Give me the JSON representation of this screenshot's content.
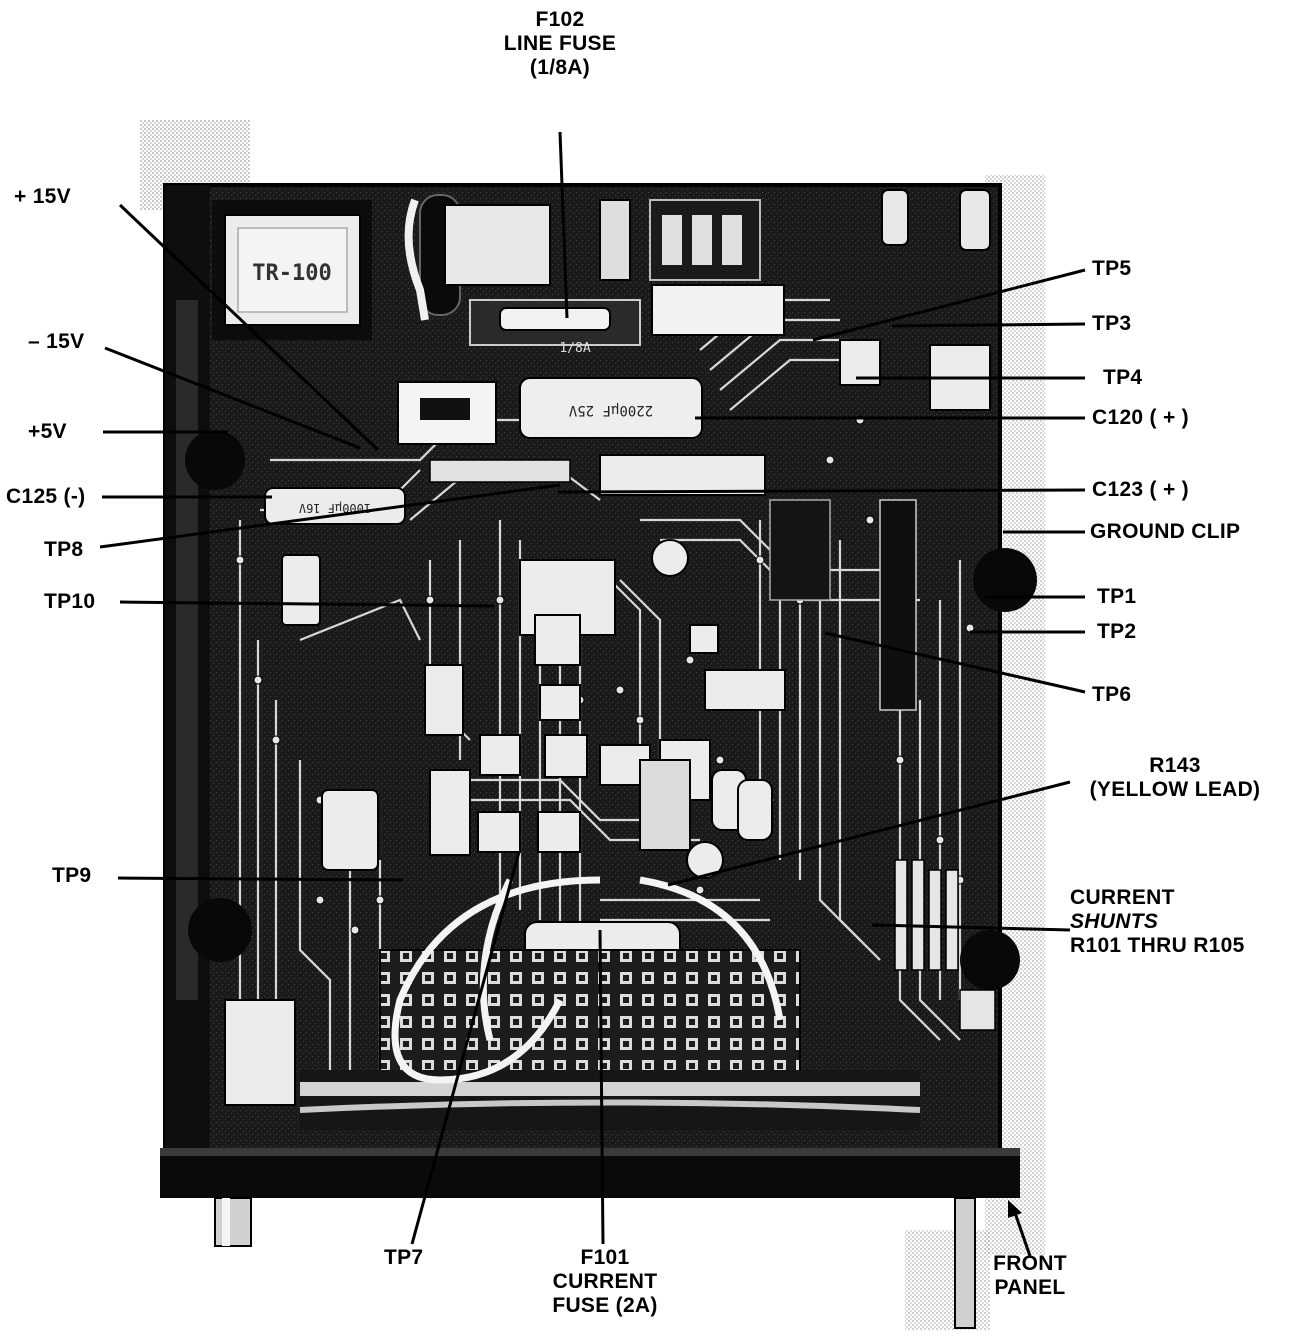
{
  "labels": {
    "f102": [
      "F102",
      "LINE FUSE",
      "(1/8A)"
    ],
    "plus15v": "+ 15V",
    "minus15v": "– 15V",
    "plus5v": "+5V",
    "c125": "C125 (-)",
    "tp8": "TP8",
    "tp10": "TP10",
    "tp9": "TP9",
    "tp5": "TP5",
    "tp3": "TP3",
    "tp4": "TP4",
    "c120": "C120 ( + )",
    "c123": "C123 ( + )",
    "ground_clip": "GROUND CLIP",
    "tp1": "TP1",
    "tp2": "TP2",
    "tp6": "TP6",
    "r143": [
      "R143",
      "(YELLOW LEAD)"
    ],
    "shunts": [
      "CURRENT",
      "SHUNTS",
      "R101 THRU R105"
    ],
    "tp7": "TP7",
    "f101": [
      "F101",
      "CURRENT",
      "FUSE (2A)"
    ],
    "front_panel": [
      "FRONT",
      "PANEL"
    ]
  },
  "board_markings": {
    "transformer": "TR-100",
    "fuse_holder": "1/8A",
    "capacitor_c120": "2200µF 25V",
    "capacitor_c125": "1000µF 16V"
  },
  "colors": {
    "ink": "#000000",
    "board_dark": "#161616",
    "board_mid": "#3a3a3a",
    "trace": "#d8d8d8",
    "component_light": "#ececec",
    "paper": "#ffffff"
  }
}
